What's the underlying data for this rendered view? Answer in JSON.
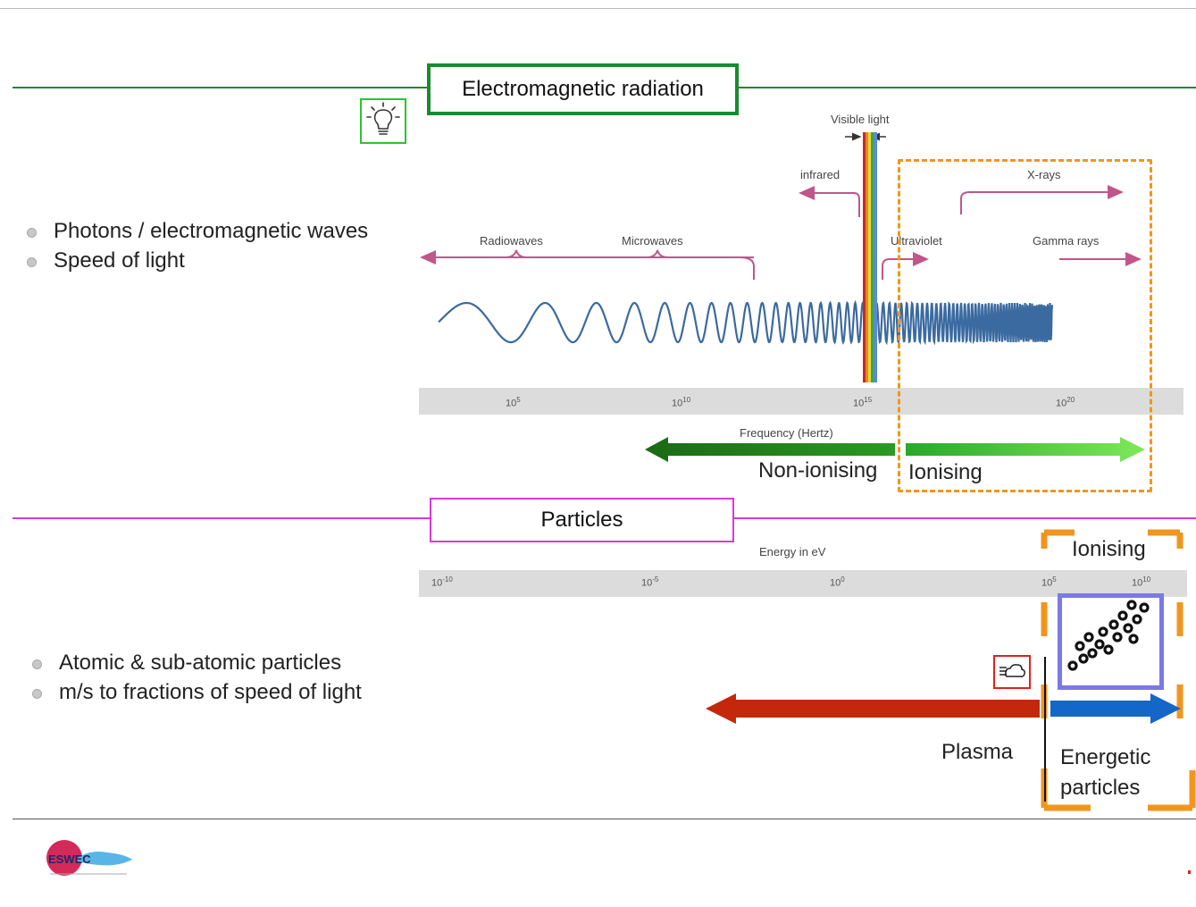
{
  "em_section": {
    "title": "Electromagnetic radiation",
    "bullets": [
      "Photons / electromagnetic waves",
      "Speed of light"
    ],
    "spectrum": {
      "visible_light": "Visible light",
      "infrared": "infrared",
      "xrays": "X-rays",
      "radiowaves": "Radiowaves",
      "microwaves": "Microwaves",
      "ultraviolet": "Ultraviolet",
      "gamma": "Gamma rays",
      "tick_labels": [
        {
          "base": "10",
          "exp": "5"
        },
        {
          "base": "10",
          "exp": "10"
        },
        {
          "base": "10",
          "exp": "15"
        },
        {
          "base": "10",
          "exp": "20"
        }
      ],
      "axis_label": "Frequency (Hertz)"
    },
    "non_ionising": "Non-ionising",
    "ionising": "Ionising"
  },
  "particles_section": {
    "title": "Particles",
    "bullets": [
      "Atomic & sub-atomic particles",
      "m/s to fractions of speed of light"
    ],
    "energy_label": "Energy in eV",
    "tick_labels": [
      {
        "base": "10",
        "exp": "-10"
      },
      {
        "base": "10",
        "exp": "-5"
      },
      {
        "base": "10",
        "exp": "0"
      },
      {
        "base": "10",
        "exp": "5"
      },
      {
        "base": "10",
        "exp": "10"
      }
    ],
    "ionising": "Ionising",
    "plasma": "Plasma",
    "energetic_particles_line1": "Energetic",
    "energetic_particles_line2": "particles"
  },
  "footer": {
    "logo_text": "ESWEC"
  },
  "colors": {
    "green": "#1a8a2e",
    "magenta": "#d63ad8",
    "orange": "#f0961e",
    "red_arrow": "#c4280c",
    "blue_arrow": "#1466c8",
    "purple_box": "#7b79e6",
    "dark_green": "#1e7a1e",
    "light_green": "#5ec83c"
  },
  "icons": [
    "lightbulb-icon",
    "cloud-icon"
  ]
}
